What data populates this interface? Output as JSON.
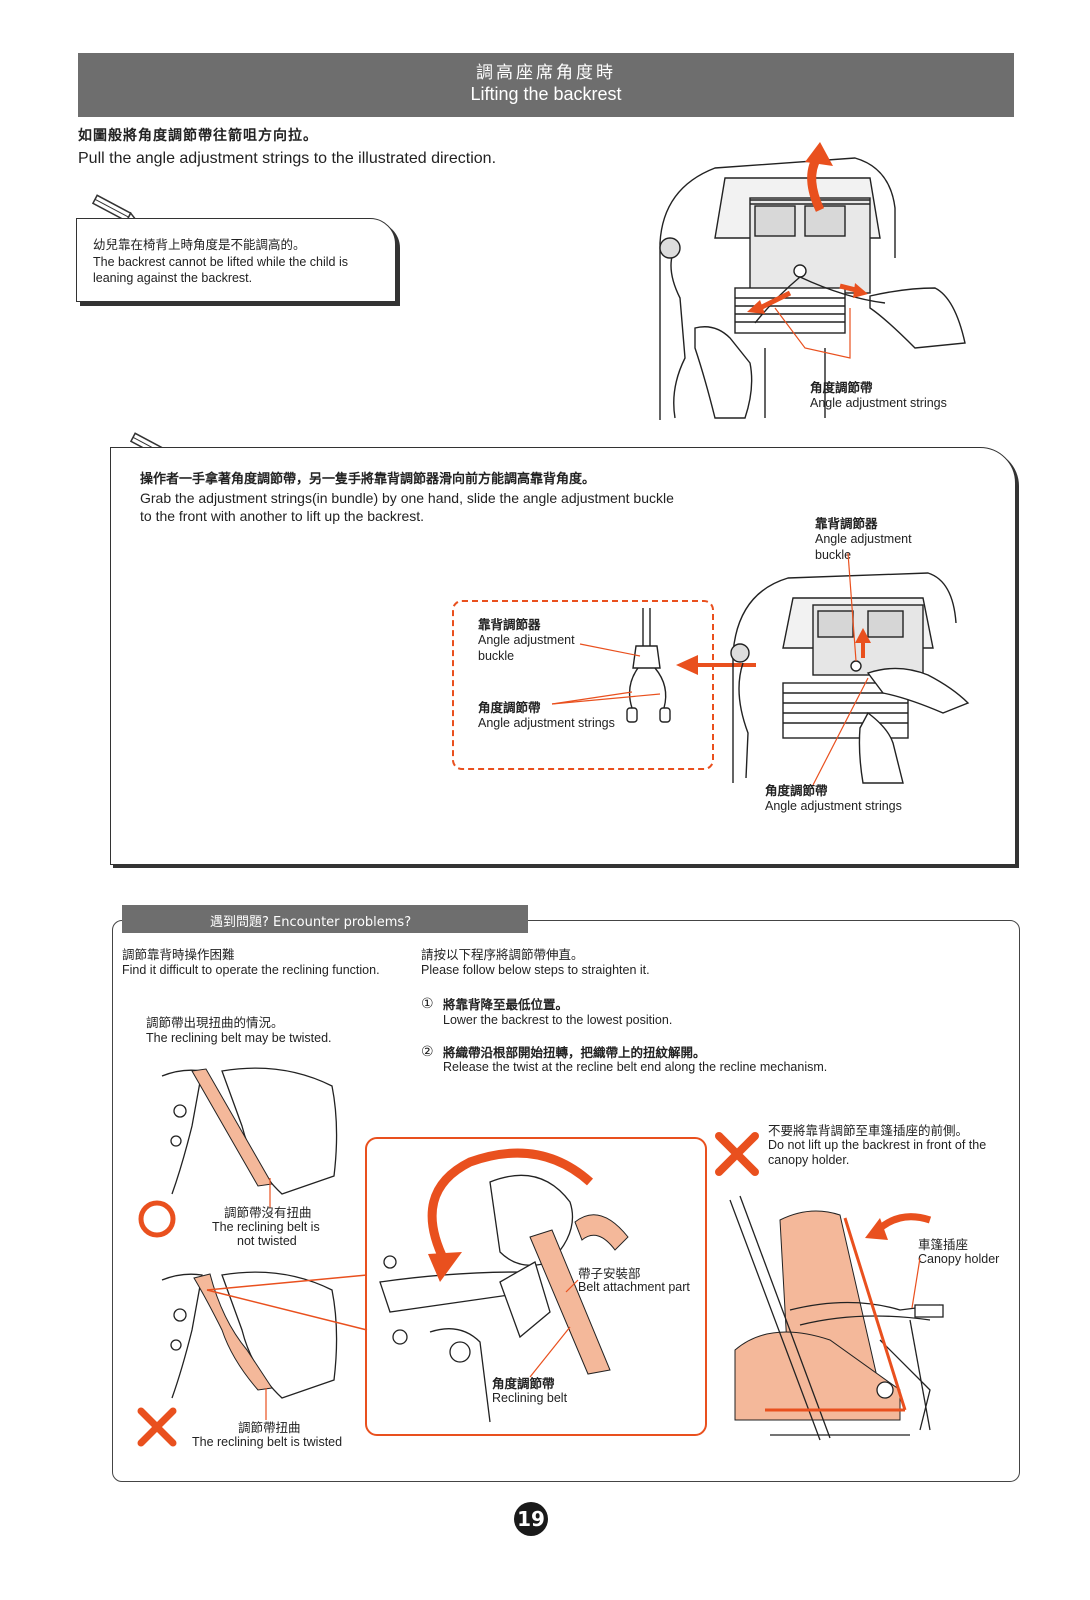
{
  "header": {
    "title_zh": "調高座席角度時",
    "title_en": "Lifting the backrest"
  },
  "intro": {
    "zh": "如圖般將角度調節帶往箭咀方向拉。",
    "en": "Pull the angle adjustment strings to the illustrated direction."
  },
  "note1": {
    "zh": "幼兒靠在椅背上時角度是不能調高的。",
    "en_line1": "The backrest cannot be lifted while the child is",
    "en_line2": "leaning against the backrest."
  },
  "fig1": {
    "label_zh": "角度調節帶",
    "label_en": "Angle adjustment strings"
  },
  "panel": {
    "zh": "操作者一手拿著角度調節帶，另一隻手將靠背調節器滑向前方能調高靠背角度。",
    "en_line1": "Grab the adjustment strings(in bundle) by one hand, slide the angle adjustment buckle",
    "en_line2": "to the front with another to lift up the backrest.",
    "buckle_zh": "靠背調節器",
    "buckle_en_line1": "Angle adjustment",
    "buckle_en_line2": "buckle",
    "strings_zh": "角度調節帶",
    "strings_en": "Angle adjustment strings",
    "inset_buckle_zh": "靠背調節器",
    "inset_buckle_en_line1": "Angle adjustment",
    "inset_buckle_en_line2": "buckle",
    "inset_strings_zh": "角度調節帶",
    "inset_strings_en": "Angle adjustment strings"
  },
  "problems": {
    "tab": "遇到問題? Encounter problems?",
    "issue_zh": "調節靠背時操作困難",
    "issue_en": "Find it difficult to operate the reclining function.",
    "follow_zh": "請按以下程序將調節帶伸直。",
    "follow_en": "Please follow below steps to straighten it.",
    "twist_zh": "調節帶出現扭曲的情況。",
    "twist_en": "The reclining belt may be twisted.",
    "steps": [
      {
        "num": "①",
        "zh": "將靠背降至最低位置。",
        "en": "Lower the backrest to the lowest position."
      },
      {
        "num": "②",
        "zh": "將織帶沿根部開始扭轉，把織帶上的扭紋解開。",
        "en": "Release the twist at the recline belt end along the recline mechanism."
      }
    ],
    "ok_zh": "調節帶沒有扭曲",
    "ok_en_line1": "The reclining belt is",
    "ok_en_line2": "not twisted",
    "bad_zh": "調節帶扭曲",
    "bad_en": "The reclining belt is twisted",
    "attach_zh": "帶子安裝部",
    "attach_en": "Belt attachment part",
    "belt_zh": "角度調節帶",
    "belt_en": "Reclining belt",
    "warn_zh": "不要將靠背調節至車篷插座的前側。",
    "warn_en_line1": "Do not lift up the backrest in front of the",
    "warn_en_line2": "canopy holder.",
    "canopy_zh": "車篷插座",
    "canopy_en": "Canopy holder"
  },
  "page_number": "19",
  "colors": {
    "accent": "#e9501e",
    "header_bg": "#6e6e6e",
    "belt": "#f4b89a"
  }
}
